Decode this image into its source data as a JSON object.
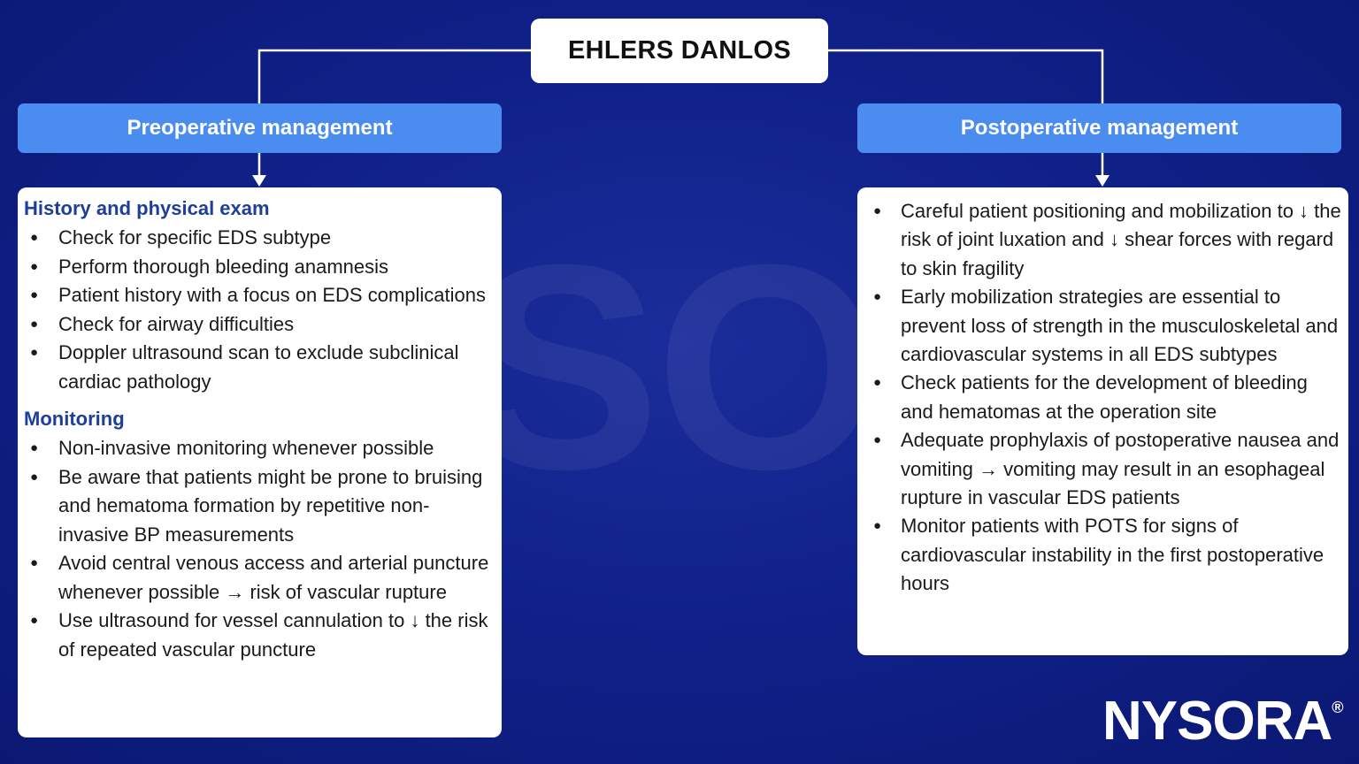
{
  "title": "EHLERS DANLOS",
  "left": {
    "header": "Preoperative management",
    "sections": [
      {
        "heading": "History and physical exam",
        "items": [
          "Check for specific EDS subtype",
          "Perform thorough bleeding anamnesis",
          "Patient history with a focus on EDS complications",
          "Check for airway difficulties",
          "Doppler ultrasound scan to exclude subclinical cardiac pathology"
        ]
      },
      {
        "heading": "Monitoring",
        "items": [
          "Non-invasive monitoring whenever possible",
          "Be aware that patients might be prone to bruising and hematoma formation by repetitive non-invasive BP measurements",
          "Avoid central venous access and arterial puncture whenever possible → risk of vascular rupture",
          "Use ultrasound for vessel cannulation to ↓ the risk of repeated vascular puncture"
        ]
      }
    ]
  },
  "right": {
    "header": "Postoperative management",
    "items": [
      "Careful patient positioning and mobilization to ↓ the risk of joint luxation and ↓ shear forces with regard to skin fragility",
      "Early mobilization strategies are essential to prevent loss of strength in the musculoskeletal and cardiovascular systems in all EDS subtypes",
      "Check patients for the development of bleeding and hematomas at the operation site",
      "Adequate prophylaxis of postoperative nausea and vomiting → vomiting may result in an esophageal rupture in vascular EDS patients",
      "Monitor patients with POTS for signs of cardiovascular instability in the first postoperative hours"
    ]
  },
  "watermark": "NYSORA",
  "brand": {
    "name": "NYSORA",
    "mark": "®"
  },
  "colors": {
    "background": "#10218a",
    "header": "#4b8cf0",
    "section_heading": "#1d3e9a",
    "panel": "#ffffff"
  }
}
